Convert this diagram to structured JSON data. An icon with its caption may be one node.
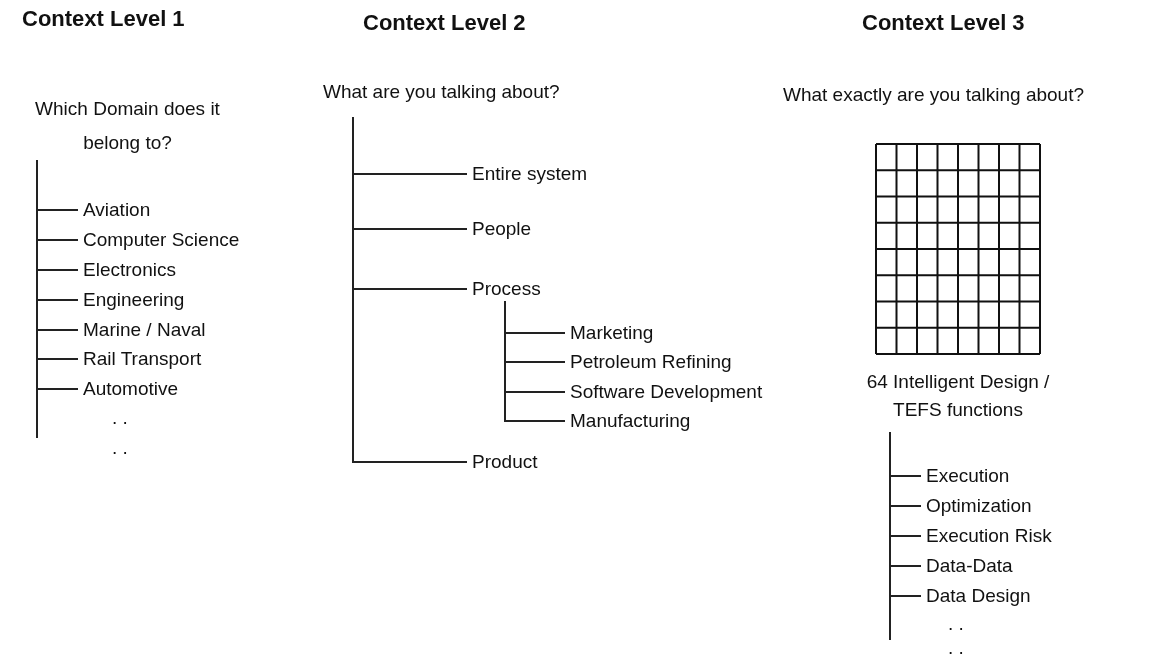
{
  "diagram": {
    "nodes": [
      {
        "text": [
          "Which Domain does it belong to?"
        ]
      },
      {
        "text": [
          "Aviation"
        ]
      },
      {
        "text": [
          "Computer Science"
        ]
      },
      {
        "text": [
          "Electronics"
        ]
      },
      {
        "text": [
          "Engineering"
        ]
      },
      {
        "text": [
          "Marine / Naval"
        ]
      },
      {
        "text": [
          "Rail Transport"
        ]
      },
      {
        "text": [
          "Automotive"
        ]
      },
      {
        "text": [
          "What are you talking about?"
        ]
      },
      {
        "text": [
          "Entire system"
        ]
      },
      {
        "text": [
          "People"
        ]
      },
      {
        "text": [
          "Process"
        ]
      },
      {
        "text": [
          "Marketing"
        ]
      },
      {
        "text": [
          "Petroleum Refining"
        ]
      },
      {
        "text": [
          "Software Development"
        ]
      },
      {
        "text": [
          "Manufacturing"
        ]
      },
      {
        "text": [
          "Product"
        ]
      },
      {
        "text": [
          "What exactly are you talking about?"
        ]
      },
      {
        "text": [],
        "shape": "picture"
      },
      {
        "text": [
          "64 Intelligent Design / TEFS functions"
        ]
      },
      {
        "text": [
          "Execution"
        ]
      },
      {
        "text": [
          "Optimization"
        ]
      },
      {
        "text": [
          "Execution Risk"
        ]
      },
      {
        "text": [
          "Data-Data"
        ]
      },
      {
        "text": [
          "Data Design"
        ]
      }
    ],
    "edges": [
      {
        "from": 0,
        "to": 1,
        "arrow": "none"
      },
      {
        "from": 0,
        "to": 2,
        "arrow": "none"
      },
      {
        "from": 0,
        "to": 3,
        "arrow": "none"
      },
      {
        "from": 0,
        "to": 4,
        "arrow": "none"
      },
      {
        "from": 0,
        "to": 5,
        "arrow": "none"
      },
      {
        "from": 0,
        "to": 6,
        "arrow": "none"
      },
      {
        "from": 0,
        "to": 7,
        "arrow": "none"
      },
      {
        "from": 8,
        "to": 9,
        "arrow": "none"
      },
      {
        "from": 8,
        "to": 10,
        "arrow": "none"
      },
      {
        "from": 8,
        "to": 11,
        "arrow": "none"
      },
      {
        "from": 11,
        "to": 12,
        "arrow": "none"
      },
      {
        "from": 11,
        "to": 13,
        "arrow": "none"
      },
      {
        "from": 11,
        "to": 14,
        "arrow": "none"
      },
      {
        "from": 11,
        "to": 15,
        "arrow": "none"
      },
      {
        "from": 8,
        "to": 16,
        "arrow": "none"
      },
      {
        "from": 19,
        "to": 20,
        "arrow": "none"
      },
      {
        "from": 19,
        "to": 21,
        "arrow": "none"
      },
      {
        "from": 19,
        "to": 22,
        "arrow": "none"
      },
      {
        "from": 19,
        "to": 23,
        "arrow": "none"
      },
      {
        "from": 19,
        "to": 24,
        "arrow": "none"
      }
    ],
    "labels": [
      "Context Level 1",
      "Context Level 2",
      "Context Level 3",
      ". .",
      ". .",
      ". .",
      ". ."
    ]
  }
}
